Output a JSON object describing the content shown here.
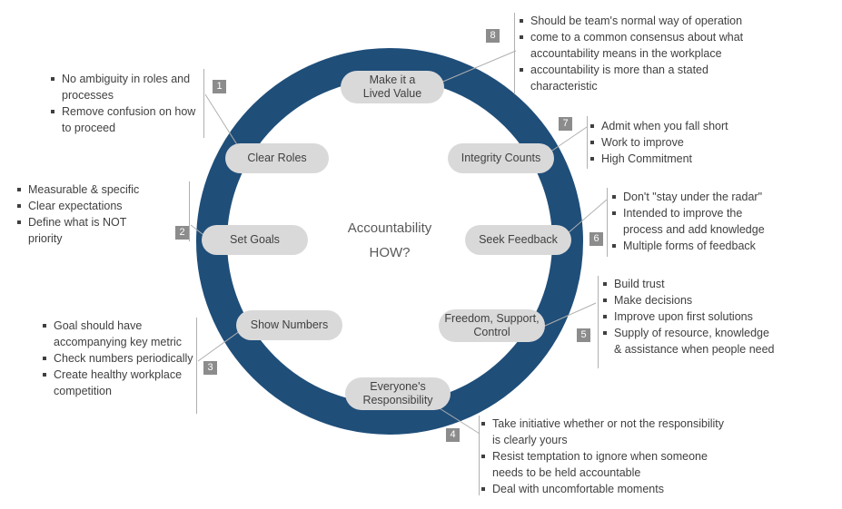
{
  "center": {
    "title": "Accountability",
    "subtitle": "HOW?"
  },
  "nodes": [
    {
      "label": "Make it a Lived Value",
      "number": "8",
      "notes": [
        "Should be team's normal way of operation",
        "come to a common consensus about what accountability means in the workplace",
        "accountability is more than a stated characteristic"
      ]
    },
    {
      "label": "Clear Roles",
      "number": "1",
      "notes": [
        "No ambiguity in roles and processes",
        "Remove confusion on how to proceed"
      ]
    },
    {
      "label": "Integrity Counts",
      "number": "7",
      "notes": [
        "Admit when you fall short",
        "Work to improve",
        "High Commitment"
      ]
    },
    {
      "label": "Set Goals",
      "number": "2",
      "notes": [
        "Measurable & specific",
        "Clear expectations",
        "Define what is NOT priority"
      ]
    },
    {
      "label": "Seek Feedback",
      "number": "6",
      "notes": [
        "Don't \"stay under the radar\"",
        "Intended to improve the process and add knowledge",
        "Multiple forms of feedback"
      ]
    },
    {
      "label": "Show Numbers",
      "number": "3",
      "notes": [
        "Goal should have accompanying key metric",
        "Check numbers periodically",
        "Create healthy workplace competition"
      ]
    },
    {
      "label": "Freedom, Support, Control",
      "number": "5",
      "notes": [
        "Build trust",
        "Make decisions",
        "Improve upon first solutions",
        "Supply of resource, knowledge & assistance when people need"
      ]
    },
    {
      "label": "Everyone's Responsibility",
      "number": "4",
      "notes": [
        "Take initiative whether or not the responsibility is clearly yours",
        "Resist temptation to ignore when someone needs to be held accountable",
        "Deal with uncomfortable moments"
      ]
    }
  ],
  "colors": {
    "ring": "#1f4e79",
    "pill": "#d9d9d9",
    "numbox": "#8c8c8c",
    "text": "#404040"
  }
}
